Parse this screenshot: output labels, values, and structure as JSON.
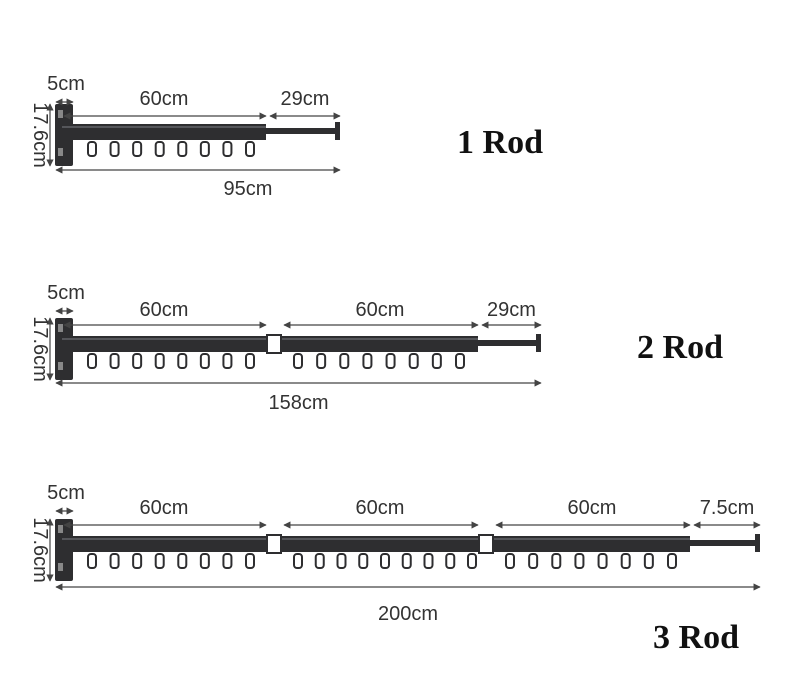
{
  "configs": [
    {
      "name": "1 Rod",
      "labels": {
        "bracket": "5cm",
        "height": "17.6cm",
        "rods": [
          "60cm"
        ],
        "extension": "29cm",
        "total": "95cm"
      }
    },
    {
      "name": "2 Rod",
      "labels": {
        "bracket": "5cm",
        "height": "17.6cm",
        "rods": [
          "60cm",
          "60cm"
        ],
        "extension": "29cm",
        "total": "158cm"
      }
    },
    {
      "name": "3 Rod",
      "labels": {
        "bracket": "5cm",
        "height": "17.6cm",
        "rods": [
          "60cm",
          "60cm",
          "60cm"
        ],
        "extension": "7.5cm",
        "total": "200cm"
      }
    }
  ],
  "colors": {
    "rod": "#2e2e30",
    "dimension": "#444444",
    "text": "#333333"
  }
}
